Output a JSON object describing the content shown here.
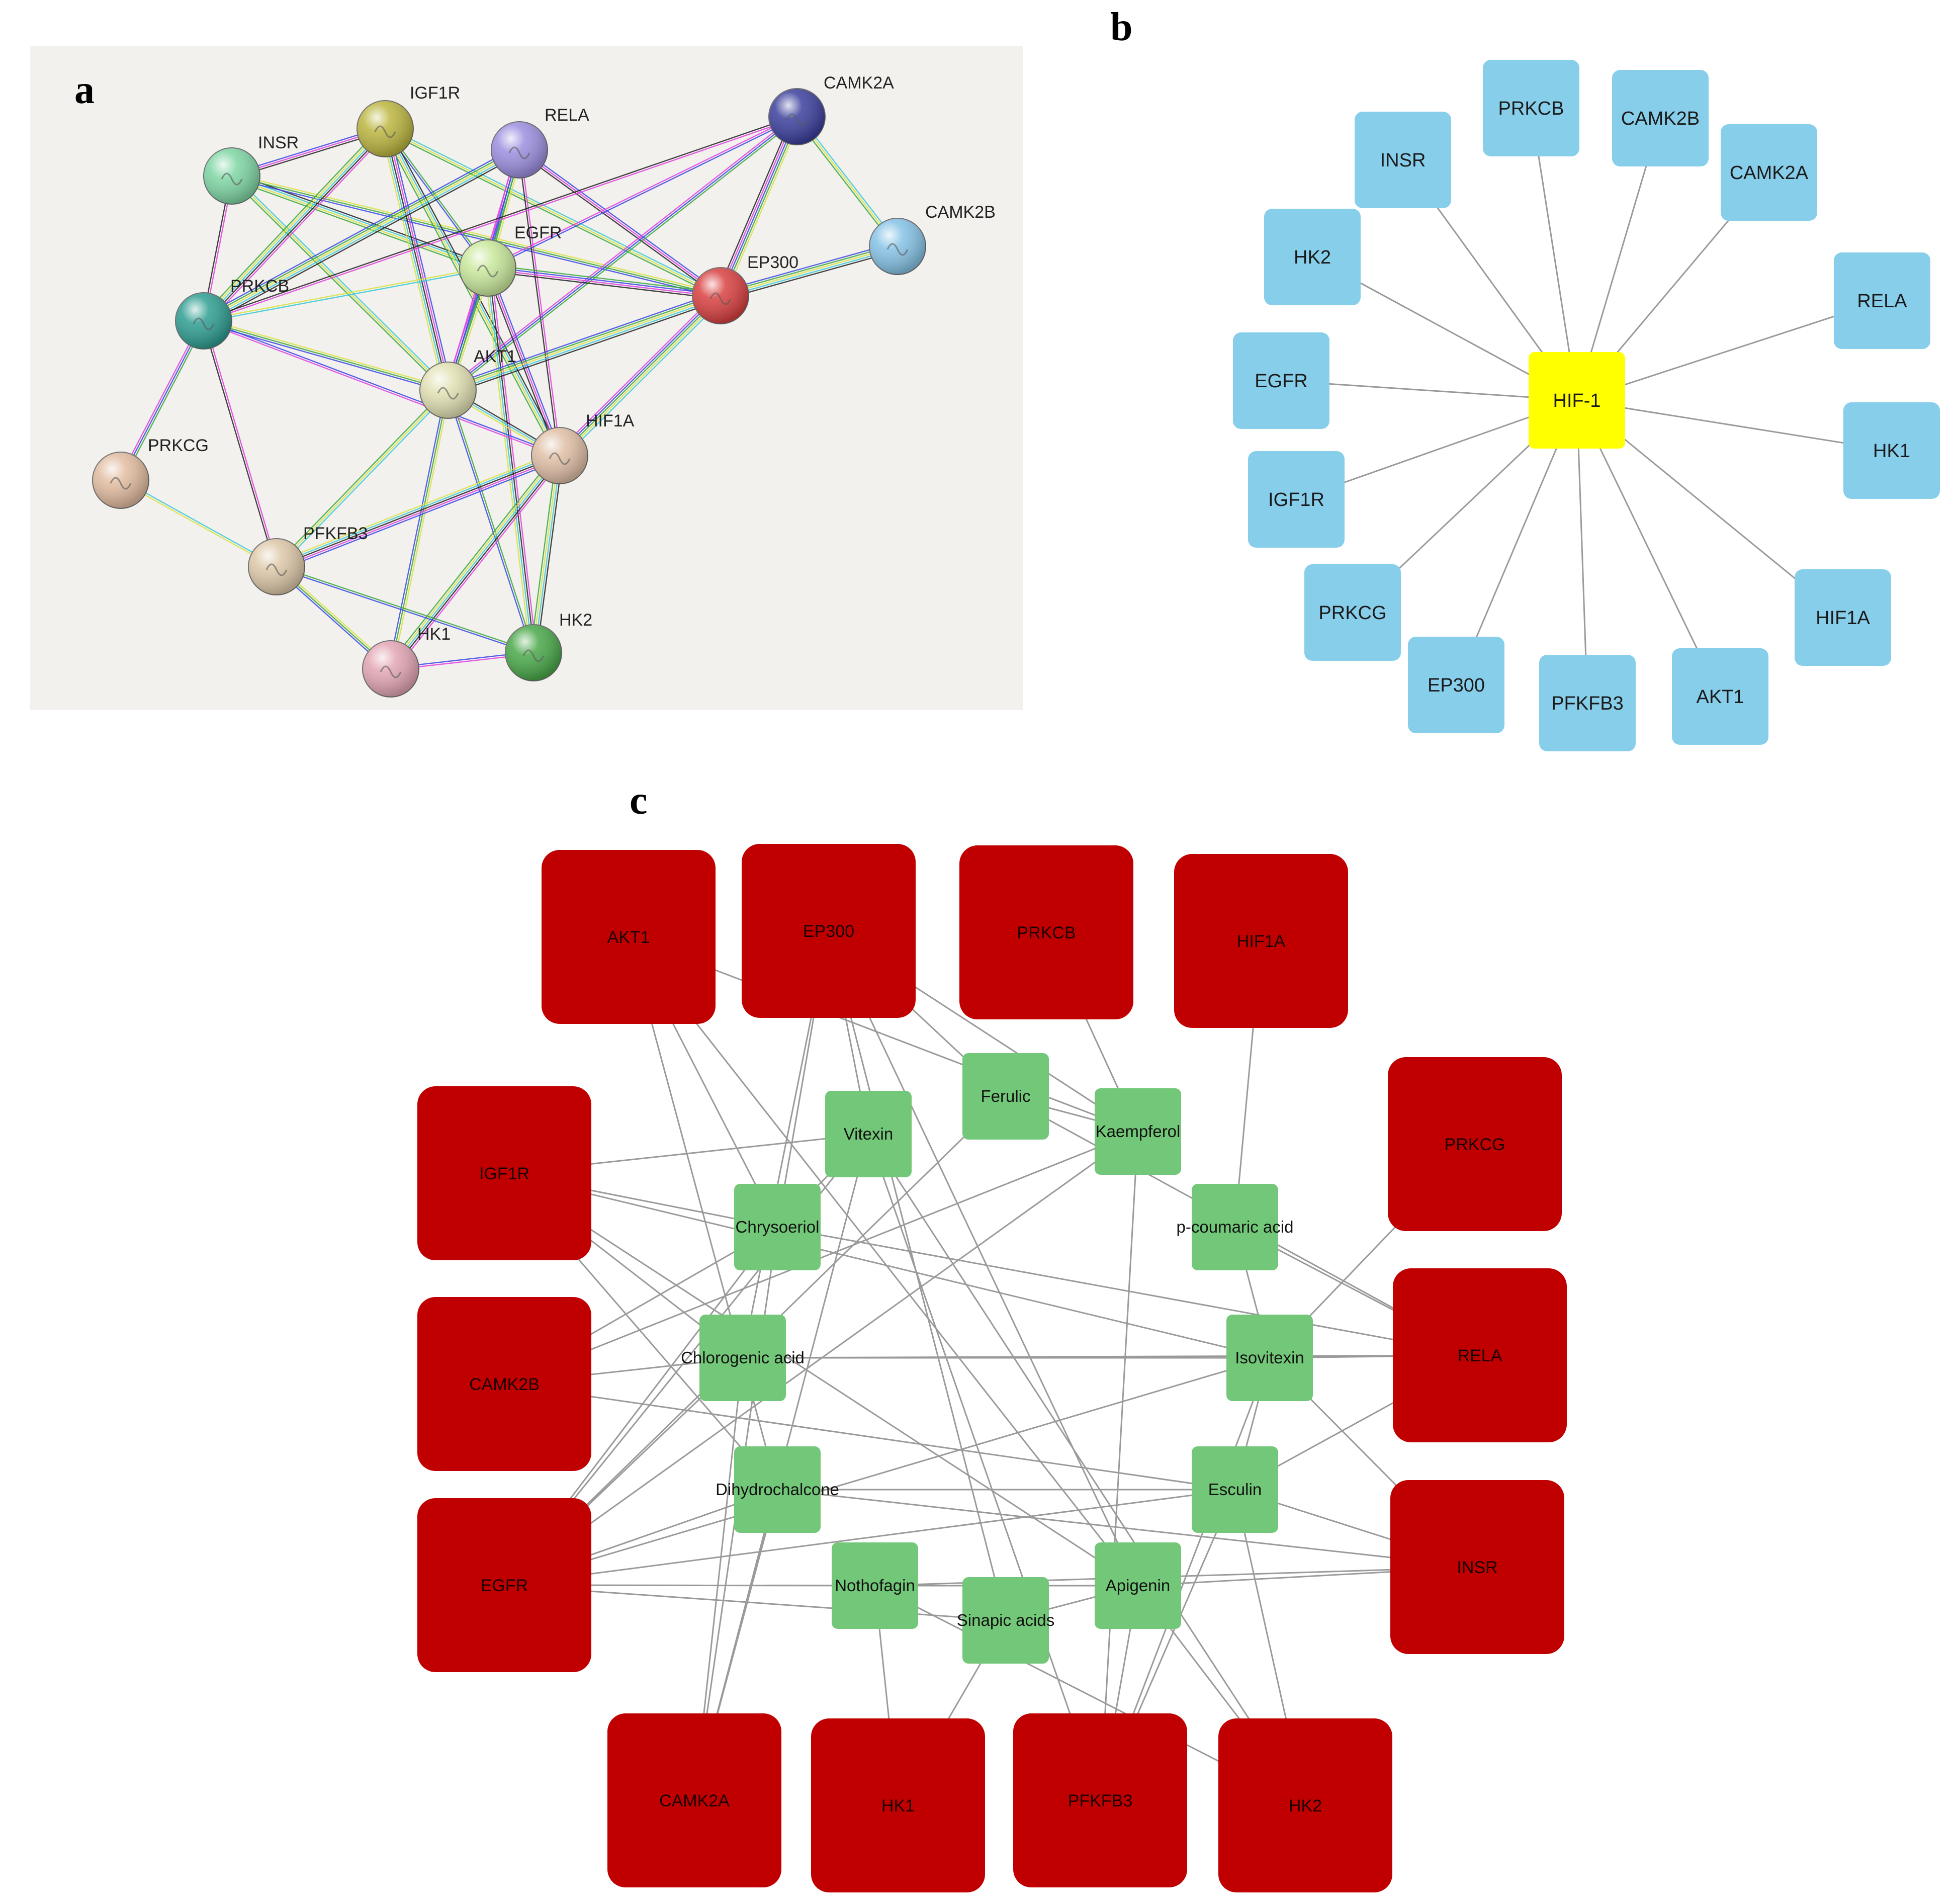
{
  "panels": {
    "a": "a",
    "b": "b",
    "c": "c"
  },
  "colors": {
    "panel_a_bg": "#f3f1ee",
    "hub_yellow": "#ffff00",
    "node_blue": "#87ceeb",
    "node_red": "#c00000",
    "node_green": "#72c878",
    "edge_gray": "#9a9a9a"
  },
  "panel_a": {
    "nodes": [
      {
        "id": "IGF1R",
        "label": "IGF1R",
        "color": "#bcb640"
      },
      {
        "id": "RELA",
        "label": "RELA",
        "color": "#9d8fe0"
      },
      {
        "id": "CAMK2A",
        "label": "CAMK2A",
        "color": "#3b3f9c"
      },
      {
        "id": "INSR",
        "label": "INSR",
        "color": "#7fd6a4"
      },
      {
        "id": "CAMK2B",
        "label": "CAMK2B",
        "color": "#86c3e6"
      },
      {
        "id": "EGFR",
        "label": "EGFR",
        "color": "#c9e89c"
      },
      {
        "id": "EP300",
        "label": "EP300",
        "color": "#d94040"
      },
      {
        "id": "PRKCB",
        "label": "PRKCB",
        "color": "#2f9e92"
      },
      {
        "id": "AKT1",
        "label": "AKT1",
        "color": "#e2e1b4"
      },
      {
        "id": "HIF1A",
        "label": "HIF1A",
        "color": "#e0bfa6"
      },
      {
        "id": "PRKCG",
        "label": "PRKCG",
        "color": "#e2bca0"
      },
      {
        "id": "PFKFB3",
        "label": "PFKFB3",
        "color": "#ddc8a8"
      },
      {
        "id": "HK1",
        "label": "HK1",
        "color": "#e2a6b4"
      },
      {
        "id": "HK2",
        "label": "HK2",
        "color": "#4aa84a"
      }
    ],
    "edges": [
      [
        "INSR",
        "IGF1R"
      ],
      [
        "INSR",
        "PRKCB"
      ],
      [
        "INSR",
        "EGFR"
      ],
      [
        "INSR",
        "AKT1"
      ],
      [
        "INSR",
        "EP300"
      ],
      [
        "IGF1R",
        "EGFR"
      ],
      [
        "IGF1R",
        "AKT1"
      ],
      [
        "IGF1R",
        "PRKCB"
      ],
      [
        "IGF1R",
        "HIF1A"
      ],
      [
        "IGF1R",
        "EP300"
      ],
      [
        "RELA",
        "EGFR"
      ],
      [
        "RELA",
        "AKT1"
      ],
      [
        "RELA",
        "EP300"
      ],
      [
        "RELA",
        "HIF1A"
      ],
      [
        "RELA",
        "PRKCB"
      ],
      [
        "CAMK2A",
        "CAMK2B"
      ],
      [
        "CAMK2A",
        "EP300"
      ],
      [
        "CAMK2A",
        "AKT1"
      ],
      [
        "CAMK2A",
        "EGFR"
      ],
      [
        "CAMK2A",
        "PRKCB"
      ],
      [
        "CAMK2B",
        "EP300"
      ],
      [
        "EGFR",
        "PRKCB"
      ],
      [
        "EGFR",
        "AKT1"
      ],
      [
        "EGFR",
        "EP300"
      ],
      [
        "EGFR",
        "HIF1A"
      ],
      [
        "EGFR",
        "HK2"
      ],
      [
        "EP300",
        "AKT1"
      ],
      [
        "EP300",
        "HIF1A"
      ],
      [
        "PRKCB",
        "AKT1"
      ],
      [
        "PRKCB",
        "PRKCG"
      ],
      [
        "PRKCB",
        "HIF1A"
      ],
      [
        "PRKCB",
        "PFKFB3"
      ],
      [
        "AKT1",
        "HIF1A"
      ],
      [
        "AKT1",
        "PFKFB3"
      ],
      [
        "AKT1",
        "HK1"
      ],
      [
        "AKT1",
        "HK2"
      ],
      [
        "HIF1A",
        "PFKFB3"
      ],
      [
        "HIF1A",
        "HK1"
      ],
      [
        "HIF1A",
        "HK2"
      ],
      [
        "PRKCG",
        "PFKFB3"
      ],
      [
        "PFKFB3",
        "HK1"
      ],
      [
        "PFKFB3",
        "HK2"
      ],
      [
        "HK1",
        "HK2"
      ]
    ]
  },
  "panel_b": {
    "hub": "HIF-1",
    "nodes": [
      "PRKCB",
      "CAMK2B",
      "INSR",
      "CAMK2A",
      "HK2",
      "RELA",
      "EGFR",
      "HK1",
      "IGF1R",
      "HIF1A",
      "PRKCG",
      "EP300",
      "PFKFB3",
      "AKT1"
    ]
  },
  "panel_c": {
    "targets": [
      "AKT1",
      "EP300",
      "PRKCB",
      "HIF1A",
      "IGF1R",
      "PRKCG",
      "CAMK2B",
      "RELA",
      "EGFR",
      "INSR",
      "CAMK2A",
      "HK1",
      "PFKFB3",
      "HK2"
    ],
    "compounds": [
      "Ferulic",
      "Vitexin",
      "Kaempferol",
      "Chrysoeriol",
      "p-coumaric acid",
      "Chlorogenic acid",
      "Isovitexin",
      "Dihydrochalcone",
      "Esculin",
      "Nothofagin",
      "Apigenin",
      "Sinapic acids"
    ],
    "edges": [
      [
        "AKT1",
        "Chrysoeriol"
      ],
      [
        "AKT1",
        "Apigenin"
      ],
      [
        "AKT1",
        "Kaempferol"
      ],
      [
        "AKT1",
        "Dihydrochalcone"
      ],
      [
        "EP300",
        "Vitexin"
      ],
      [
        "EP300",
        "Chrysoeriol"
      ],
      [
        "EP300",
        "Sinapic acids"
      ],
      [
        "EP300",
        "Chlorogenic acid"
      ],
      [
        "EP300",
        "Ferulic"
      ],
      [
        "EP300",
        "Apigenin"
      ],
      [
        "EP300",
        "Kaempferol"
      ],
      [
        "PRKCB",
        "Kaempferol"
      ],
      [
        "HIF1A",
        "p-coumaric acid"
      ],
      [
        "IGF1R",
        "Vitexin"
      ],
      [
        "IGF1R",
        "Chrysoeriol"
      ],
      [
        "IGF1R",
        "Chlorogenic acid"
      ],
      [
        "IGF1R",
        "Isovitexin"
      ],
      [
        "IGF1R",
        "Apigenin"
      ],
      [
        "IGF1R",
        "Dihydrochalcone"
      ],
      [
        "PRKCG",
        "Isovitexin"
      ],
      [
        "CAMK2B",
        "Chrysoeriol"
      ],
      [
        "CAMK2B",
        "Kaempferol"
      ],
      [
        "CAMK2B",
        "Esculin"
      ],
      [
        "CAMK2B",
        "Chlorogenic acid"
      ],
      [
        "RELA",
        "p-coumaric acid"
      ],
      [
        "RELA",
        "Isovitexin"
      ],
      [
        "RELA",
        "Esculin"
      ],
      [
        "RELA",
        "Ferulic"
      ],
      [
        "RELA",
        "Chlorogenic acid"
      ],
      [
        "RELA",
        "Chrysoeriol"
      ],
      [
        "EGFR",
        "Chrysoeriol"
      ],
      [
        "EGFR",
        "Chlorogenic acid"
      ],
      [
        "EGFR",
        "Nothofagin"
      ],
      [
        "EGFR",
        "Apigenin"
      ],
      [
        "EGFR",
        "Sinapic acids"
      ],
      [
        "EGFR",
        "Vitexin"
      ],
      [
        "EGFR",
        "Kaempferol"
      ],
      [
        "EGFR",
        "Isovitexin"
      ],
      [
        "EGFR",
        "Esculin"
      ],
      [
        "EGFR",
        "Ferulic"
      ],
      [
        "EGFR",
        "Dihydrochalcone"
      ],
      [
        "INSR",
        "Apigenin"
      ],
      [
        "INSR",
        "Esculin"
      ],
      [
        "INSR",
        "Dihydrochalcone"
      ],
      [
        "INSR",
        "Isovitexin"
      ],
      [
        "INSR",
        "Nothofagin"
      ],
      [
        "CAMK2A",
        "Chlorogenic acid"
      ],
      [
        "CAMK2A",
        "Dihydrochalcone"
      ],
      [
        "CAMK2A",
        "Chrysoeriol"
      ],
      [
        "CAMK2A",
        "Vitexin"
      ],
      [
        "HK1",
        "Nothofagin"
      ],
      [
        "HK1",
        "Sinapic acids"
      ],
      [
        "PFKFB3",
        "Apigenin"
      ],
      [
        "PFKFB3",
        "Esculin"
      ],
      [
        "PFKFB3",
        "Kaempferol"
      ],
      [
        "PFKFB3",
        "Isovitexin"
      ],
      [
        "PFKFB3",
        "Vitexin"
      ],
      [
        "HK2",
        "Apigenin"
      ],
      [
        "HK2",
        "Esculin"
      ],
      [
        "HK2",
        "Vitexin"
      ],
      [
        "HK2",
        "Nothofagin"
      ],
      [
        "Nothofagin",
        "Apigenin"
      ],
      [
        "Sinapic acids",
        "Apigenin"
      ],
      [
        "Chlorogenic acid",
        "Isovitexin"
      ],
      [
        "Dihydrochalcone",
        "Esculin"
      ],
      [
        "p-coumaric acid",
        "Isovitexin"
      ],
      [
        "Esculin",
        "Isovitexin"
      ],
      [
        "Ferulic",
        "Kaempferol"
      ],
      [
        "Chrysoeriol",
        "Vitexin"
      ]
    ]
  }
}
